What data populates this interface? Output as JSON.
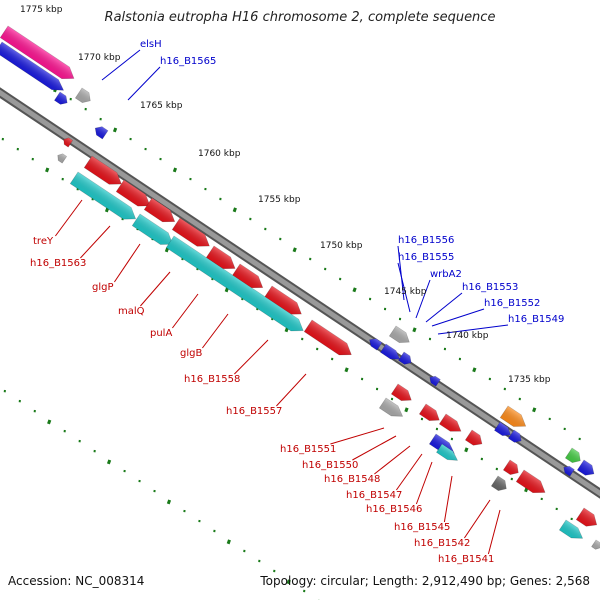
{
  "title": "Ralstonia eutropha H16 chromosome 2, complete sequence",
  "footer": {
    "accession": "Accession: NC_008314",
    "topology": "Topology: circular; Length: 2,912,490 bp; Genes: 2,568"
  },
  "colors": {
    "backbone": "#808080",
    "tick": "#1a7a1a",
    "red": "#e8121a",
    "cyan": "#1fc9c9",
    "blue": "#1a1ae0",
    "magenta": "#ff1493",
    "gray": "#aaaaaa",
    "orange": "#ff8c1a",
    "green": "#44cc44",
    "label_red": "#c00000",
    "label_blue": "#0000cc"
  },
  "kbp_labels": [
    "1775 kbp",
    "1770 kbp",
    "1765 kbp",
    "1760 kbp",
    "1755 kbp",
    "1750 kbp",
    "1745 kbp",
    "1740 kbp",
    "1735 kbp"
  ],
  "genes_top": [
    "elsH",
    "h16_B1565",
    "h16_B1556",
    "h16_B1555",
    "wrbA2",
    "h16_B1553",
    "h16_B1552",
    "h16_B1549"
  ],
  "genes_bottom": [
    "treY",
    "h16_B1563",
    "glgP",
    "malQ",
    "pulA",
    "glgB",
    "h16_B1558",
    "h16_B1557",
    "h16_B1551",
    "h16_B1550",
    "h16_B1548",
    "h16_B1547",
    "h16_B1546",
    "h16_B1545",
    "h16_B1542",
    "h16_B1541"
  ]
}
